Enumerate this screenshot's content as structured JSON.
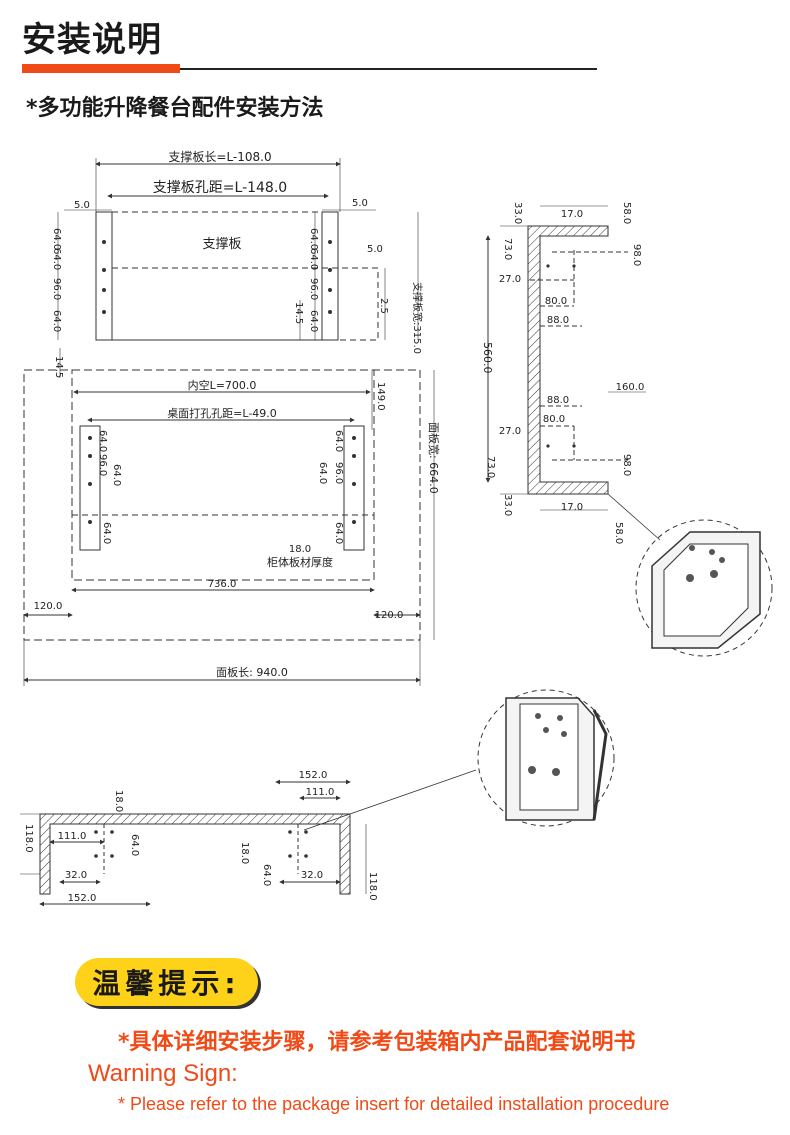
{
  "header": {
    "title": "安装说明",
    "subtitle": "*多功能升降餐台配件安装方法",
    "accent_color": "#f04a17"
  },
  "drawing": {
    "plan": {
      "support_length": "支撑板长=L-108.0",
      "support_hole": "支撑板孔距=L-148.0",
      "dim_5_left": "5.0",
      "dim_5_right": "5.0",
      "dim_5_inner": "5.0",
      "support_label": "支撑板",
      "left_64a": "64.0",
      "left_64b": "64.0",
      "left_96": "96.0",
      "left_64c": "64.0",
      "right_64a": "64.0",
      "right_64b": "64.0",
      "right_96": "96.0",
      "right_64c": "64.0",
      "dim_14_5_right": "14.5",
      "dim_2_5": "2.5",
      "support_width": "支撑板宽:315.0",
      "dim_14_5_left": "14.5",
      "inner_length": "内空L=700.0",
      "hole_distance": "桌面打孔孔距=L-49.0",
      "dim_149": "149.0",
      "panel_width": "面板宽: 664.0",
      "tl_64": "64.0",
      "tl_96": "96.0",
      "tl_64b": "64.0",
      "tr_64": "64.0",
      "tr_64b": "64.0",
      "tr_96": "96.0",
      "bl_64": "64.0",
      "br_64": "64.0",
      "thickness_value": "18.0",
      "thickness_label": "柜体板材厚度",
      "dim_736": "736.0",
      "dim_120_left": "120.0",
      "dim_120_right": "120.0",
      "panel_length": "面板长: 940.0"
    },
    "side": {
      "top_33": "33.0",
      "top_17": "17.0",
      "top_58": "58.0",
      "top_73": "73.0",
      "top_98": "98.0",
      "top_27": "27.0",
      "top_80": "80.0",
      "top_88": "88.0",
      "height_560": "560.0",
      "dim_160": "160.0",
      "bot_88": "88.0",
      "bot_80": "80.0",
      "bot_27": "27.0",
      "bot_73": "73.0",
      "bot_98": "98.0",
      "bot_33": "33.0",
      "bot_17": "17.0",
      "bot_58": "58.0"
    },
    "bottom": {
      "dim_152_top": "152.0",
      "dim_111_top": "111.0",
      "dim_18_left": "18.0",
      "dim_118_left": "118.0",
      "dim_111_left": "111.0",
      "dim_64_left": "64.0",
      "dim_18_mid": "18.0",
      "dim_32_left": "32.0",
      "dim_64_mid": "64.0",
      "dim_32_right": "32.0",
      "dim_118_right": "118.0",
      "dim_152_bottom": "152.0"
    }
  },
  "tips": {
    "badge": "温馨提示:",
    "cn": "*具体详细安装步骤，请参考包装箱内产品配套说明书",
    "en_title": "Warning Sign:",
    "en_body": "* Please refer to the package insert for detailed installation procedure",
    "badge_color": "#ffd21a"
  }
}
